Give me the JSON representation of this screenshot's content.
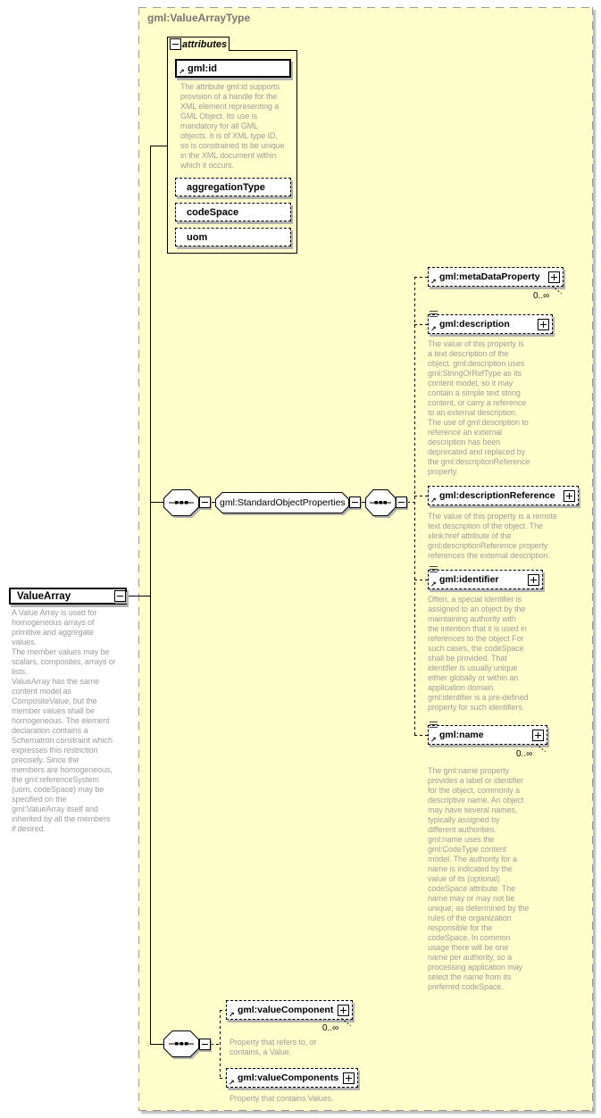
{
  "header": {
    "title": "gml:ValueArrayType"
  },
  "attributes_section": {
    "label": "attributes",
    "items": [
      {
        "name": "gml:id",
        "description": "The attribute gml:id supports\nprovision of a handle for the\nXML element representing a\nGML Object. Its use is\nmandatory for all GML\nobjects. It is of XML type ID,\nso is constrained to be unique\nin the XML document within\nwhich it occurs."
      },
      {
        "name": "aggregationType"
      },
      {
        "name": "codeSpace"
      },
      {
        "name": "uom"
      }
    ]
  },
  "root": {
    "name": "ValueArray",
    "description": "A Value Array is used for\nhomogeneous arrays of\nprimitive and aggregate\nvalues.\nThe member values may be\nscalars, composites, arrays or\nlists.\nValueArray has the same\ncontent model as\nCompositeValue, but the\nmember values shall be\nhomogeneous.  The element\ndeclaration contains a\nSchematron constraint which\nexpresses this restriction\nprecisely.  Since the\nmembers are homogeneous,\nthe gml:referenceSystem\n(uom, codeSpace) may be\nspecified on the\ngml:ValueArray itself and\ninherited by all the members\nif desired."
  },
  "group": {
    "name": "gml:StandardObjectProperties"
  },
  "properties": [
    {
      "name": "gml:metaDataProperty",
      "occurs": "0..∞"
    },
    {
      "name": "gml:description",
      "description": "The value of this property is\na text description of the\nobject. gml:description uses\ngml:StringOrRefType as its\ncontent model, so it may\ncontain a simple text string\ncontent, or carry a reference\nto an external description.\nThe use of gml:description to\nreference an external\ndescription has been\ndeprecated and replaced by\nthe gml:descriptionReference\nproperty."
    },
    {
      "name": "gml:descriptionReference",
      "description": "The value of this property is a remote\ntext description of the object. The\nxlink:href attribute of the\ngml:descriptionReference property\nreferences the external description."
    },
    {
      "name": "gml:identifier",
      "description": "Often, a special identifier is\nassigned to an object by the\nmaintaining authority with\nthe intention that it is used in\nreferences to the object For\nsuch cases, the codeSpace\nshall be provided. That\nidentifier is usually unique\neither globally or within an\napplication domain.\ngml:identifier is a pre-defined\nproperty for such identifiers."
    },
    {
      "name": "gml:name",
      "occurs": "0..∞",
      "description": "The gml:name property\nprovides a label or identifier\nfor the object, commonly a\ndescriptive name. An object\nmay have several names,\ntypically assigned by\ndifferent authorities.\ngml:name uses the\ngml:CodeType content\nmodel.  The authority for a\nname is indicated by the\nvalue of its (optional)\ncodeSpace attribute.  The\nname may or may not be\nunique, as determined by the\nrules of the organization\nresponsible for the\ncodeSpace.  In common\nusage there will be one\nname per authority, so a\nprocessing application may\nselect the name from its\npreferred codeSpace."
    }
  ],
  "value_properties": [
    {
      "name": "gml:valueComponent",
      "occurs": "0..∞",
      "description": "Property that refers to, or\ncontains, a Value."
    },
    {
      "name": "gml:valueComponents",
      "description": "Property that contains Values."
    }
  ],
  "colors": {
    "canvas": "#ffffcc",
    "shadow": "#b2b2b2",
    "description_text": "#9c9c9c",
    "border_gray": "#9a9a9a"
  }
}
